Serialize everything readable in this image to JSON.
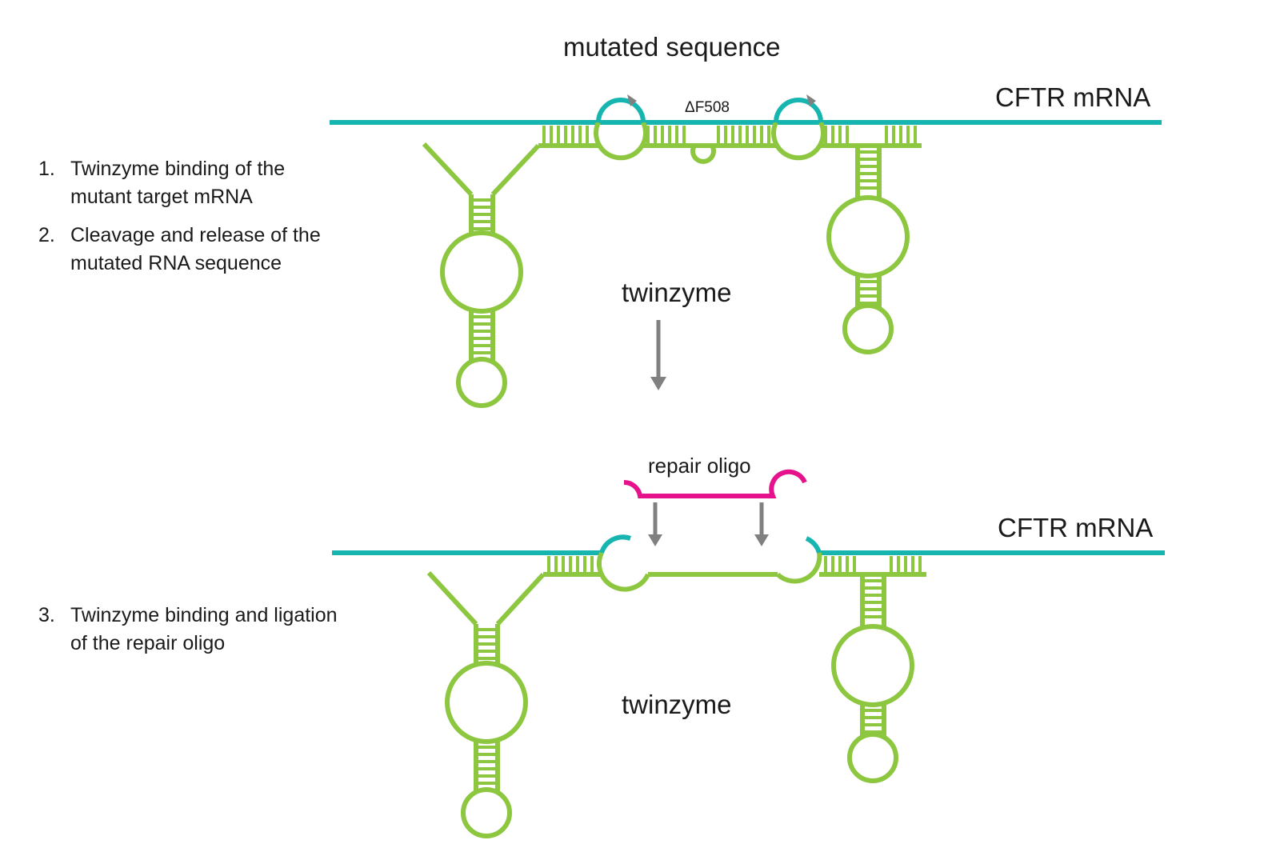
{
  "labels": {
    "mutated_sequence": "mutated sequence",
    "cftr_top": "CFTR mRNA",
    "cftr_bottom": "CFTR mRNA",
    "deltaF508": "ΔF508",
    "twinzyme_top": "twinzyme",
    "twinzyme_bottom": "twinzyme",
    "repair_oligo": "repair oligo"
  },
  "steps": [
    {
      "num": "1.",
      "line1": "Twinzyme binding of the",
      "line2": "mutant target mRNA"
    },
    {
      "num": "2.",
      "line1": "Cleavage and release of the",
      "line2": "mutated RNA sequence"
    },
    {
      "num": "3.",
      "line1": "Twinzyme binding and ligation",
      "line2": "of the repair oligo"
    }
  ],
  "colors": {
    "mrna": "#17b5b0",
    "twinzyme": "#8dc63f",
    "repair_oligo": "#e5128c",
    "arrow": "#808080",
    "text": "#1a1a1a"
  }
}
